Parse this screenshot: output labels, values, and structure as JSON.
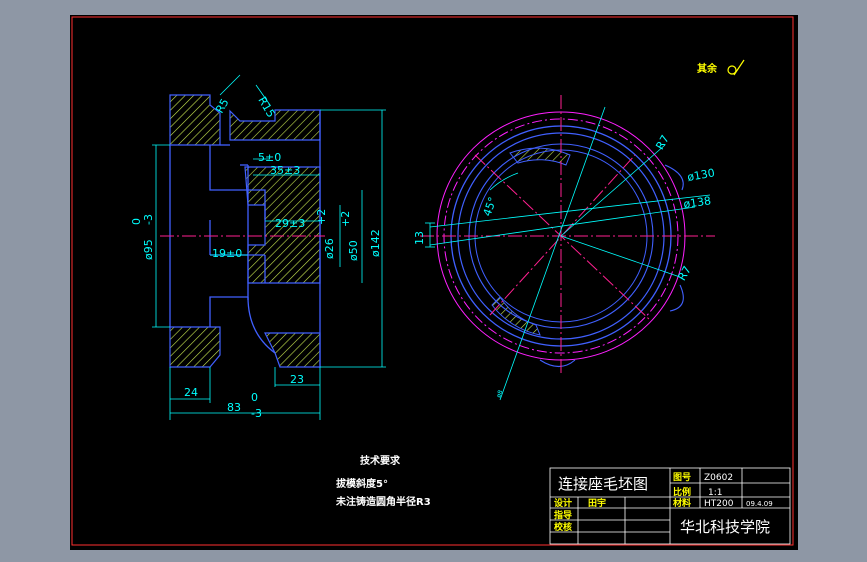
{
  "roughness_note": "其余",
  "left_view": {
    "dims": {
      "r5": "R5",
      "r15": "R15",
      "d5": "5±0",
      "d35": "35±3",
      "d29": "29±3",
      "d19": "19±0",
      "d26": "ø26",
      "d26_tol": "+2",
      "d50": "ø50",
      "d50_tol": "+2",
      "d142": "ø142",
      "d95": "ø95",
      "d95_tol": "0",
      "d95_tol2": "-3",
      "d24": "24",
      "d23": "23",
      "d83": "83",
      "d83_tol": "0",
      "d83_tol2": "-3"
    }
  },
  "right_view": {
    "dims": {
      "r7_top": "R7",
      "r7_bot": "R7",
      "d130": "ø130",
      "d138": "ø138",
      "a45": "45°",
      "d13": "13",
      "d_small": "ø8"
    }
  },
  "tech_req": {
    "title": "技术要求",
    "line1": "拔模斜度5°",
    "line2": "未注铸造圆角半径R3"
  },
  "title_block": {
    "part_name": "连接座毛坯图",
    "drawing_no_label": "图号",
    "drawing_no": "Z0602",
    "scale_label": "比例",
    "scale": "1:1",
    "material_label": "材料",
    "material": "HT200",
    "date": "09.4.09",
    "designer_label": "设计",
    "designer": "田宇",
    "instructor_label": "指导",
    "checker_label": "校核",
    "school": "华北科技学院"
  }
}
